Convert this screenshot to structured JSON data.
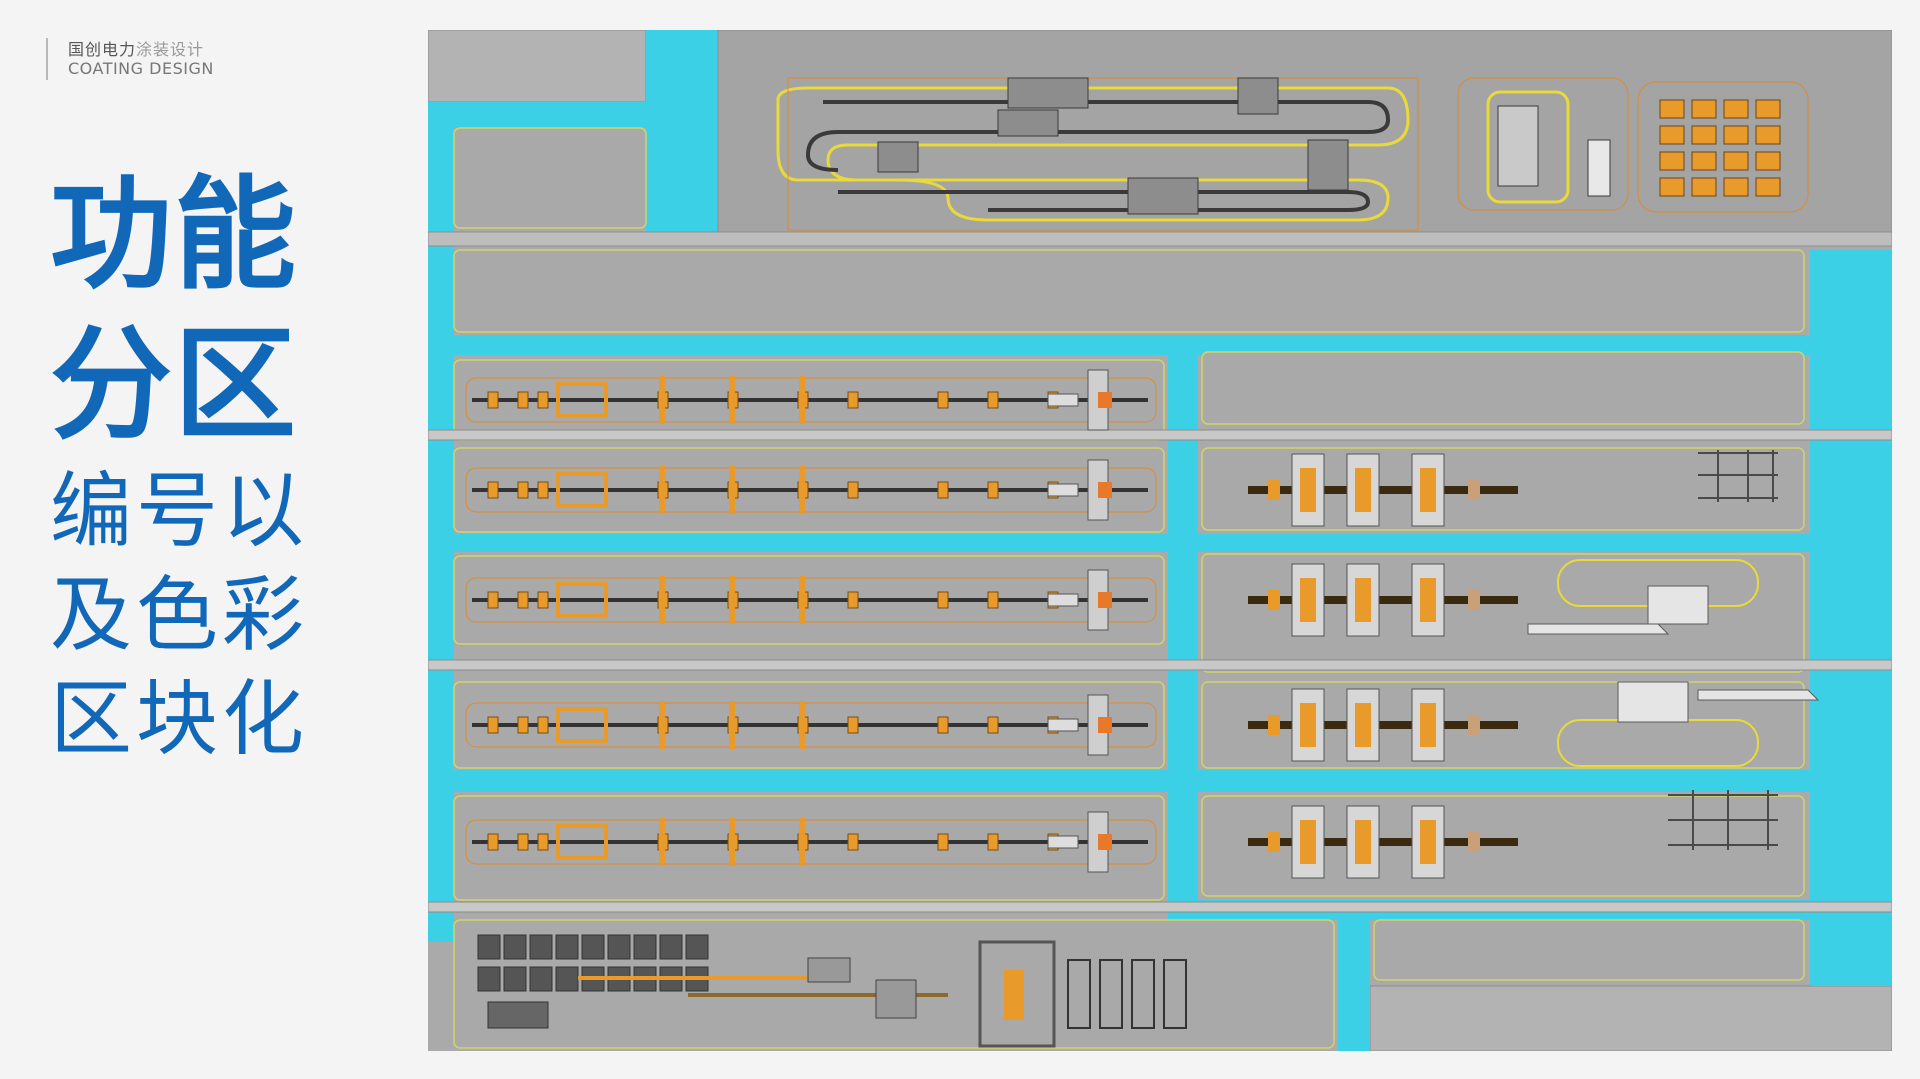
{
  "brand": {
    "cn_dark": "国创电力",
    "cn_light": "涂装设计",
    "en": "COATING DESIGN"
  },
  "title": {
    "line1": "功能",
    "line2": "分区",
    "line3": "编号以",
    "line4": "及色彩",
    "line5": "区块化"
  },
  "colors": {
    "title_blue": "#1268b8",
    "floor_gray": "#a9a9a9",
    "aisle_cyan": "#3cd0e6",
    "line_yellow": "#e8dd3a",
    "equipment_orange": "#e89a2a"
  }
}
